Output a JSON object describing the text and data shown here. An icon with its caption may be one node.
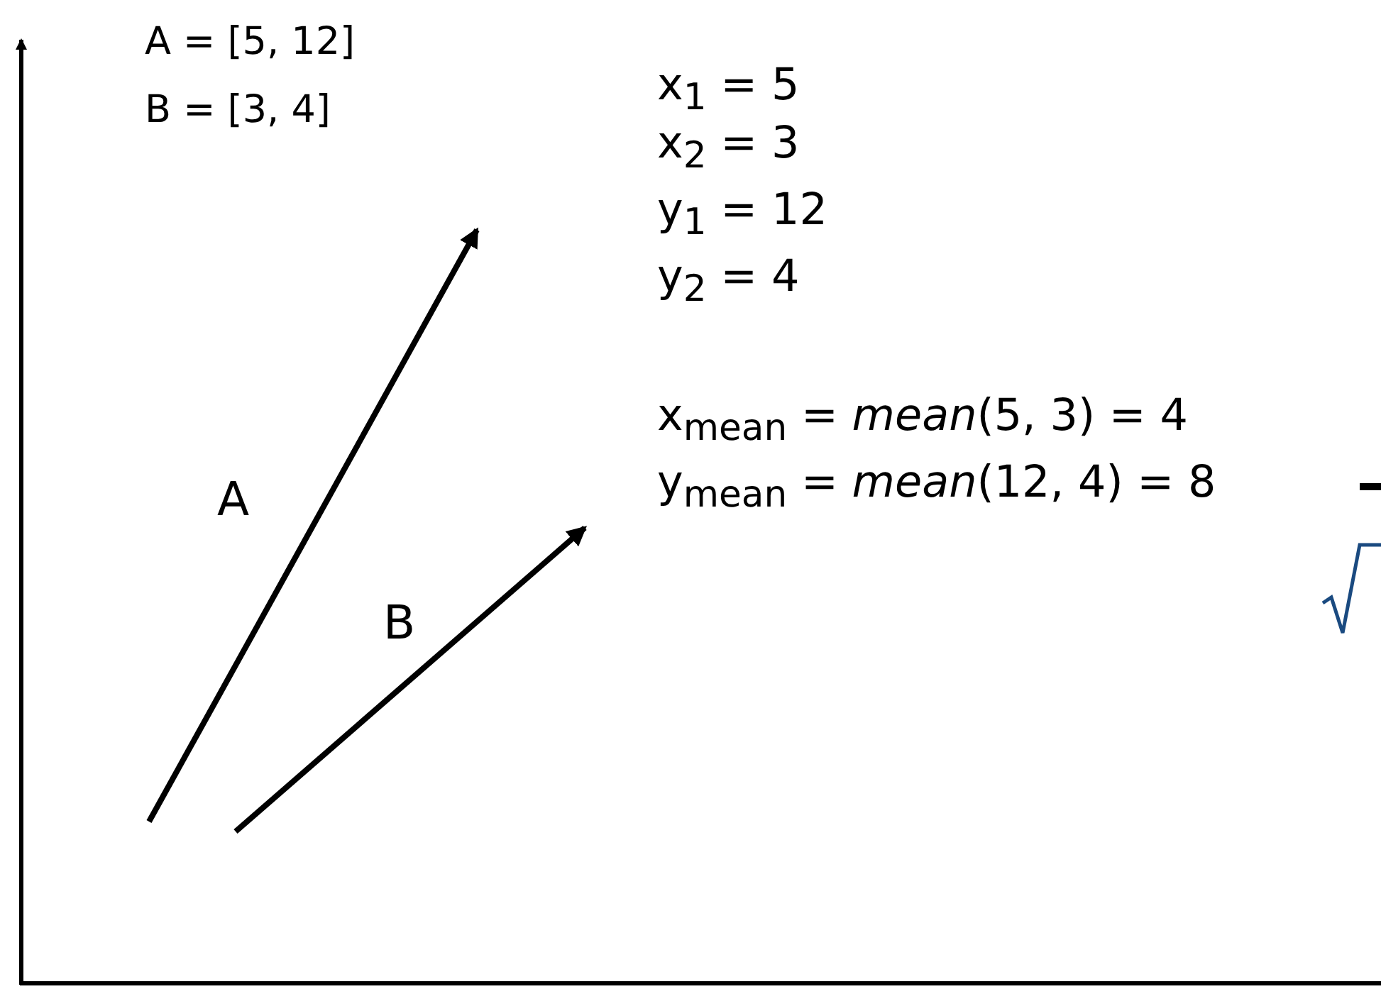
{
  "diagram": {
    "labels": [
      "A = [5, 12]",
      "B = [3, 4]",
      "x$_{1}$ = 5",
      "x$_{2}$ = 3",
      "y$_{1}$ = 12",
      "y$_{2}$ = 4",
      "x$_{mean}$ = *mean*(5, 3) = 4",
      "y$_{mean}$ = *mean*(12, 4) = 8",
      "A",
      "B"
    ]
  }
}
